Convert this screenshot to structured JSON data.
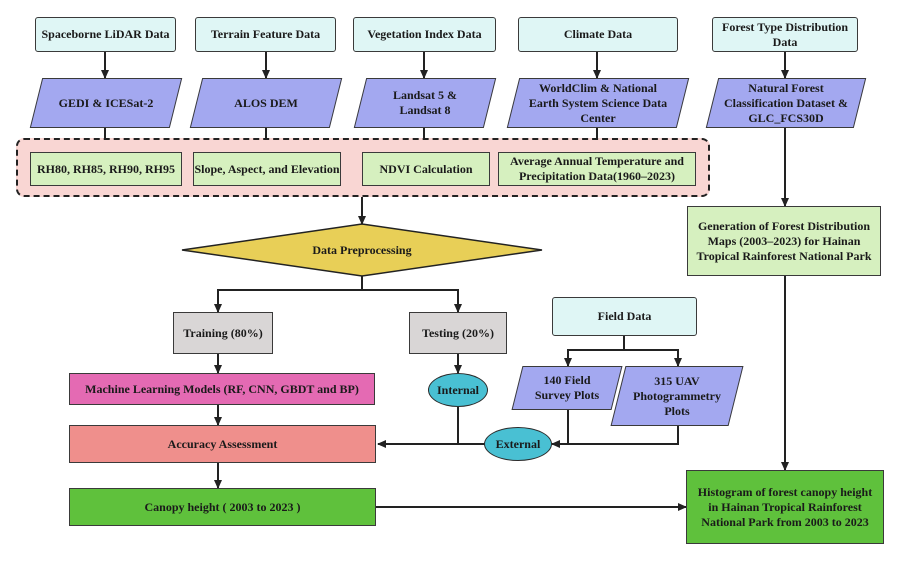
{
  "sources": {
    "lidar": "Spaceborne LiDAR Data",
    "terrain": "Terrain Feature Data",
    "vegetation": "Vegetation Index Data",
    "climate": "Climate Data",
    "forest_type": "Forest Type Distribution Data"
  },
  "datasets": {
    "gedi": "GEDI & ICESat-2",
    "alos": "ALOS DEM",
    "landsat": "Landsat 5 & Landsat 8",
    "worldclim": "WorldClim & National Earth System Science Data Center",
    "natural_forest": "Natural Forest Classification Dataset & GLC_FCS30D"
  },
  "features": {
    "rh": "RH80, RH85, RH90, RH95",
    "slope": "Slope, Aspect, and Elevation",
    "ndvi": "NDVI  Calculation",
    "temp": "Average Annual Temperature and Precipitation Data(1960–2023)"
  },
  "steps": {
    "preprocessing": "Data Preprocessing",
    "training": "Training (80%)",
    "testing": "Testing (20%)",
    "ml_models": "Machine Learning Models (RF, CNN, GBDT and BP)",
    "accuracy": "Accuracy Assessment",
    "canopy": "Canopy height ( 2003 to 2023 )",
    "internal": "Internal",
    "external": "External",
    "field_data": "Field Data",
    "field_plots": "140 Field Survey Plots",
    "uav_plots": "315 UAV Photogrammetry Plots",
    "forest_maps": "Generation of Forest Distribution Maps (2003–2023) for Hainan Tropical Rainforest National Park",
    "histogram": "Histogram of forest canopy height in Hainan Tropical Rainforest National Park from 2003 to 2023"
  },
  "colors": {
    "source_fill": "#dff6f5",
    "dataset_fill": "#a3a8f0",
    "feature_fill": "#d6f0bf",
    "group_fill": "#f9d6d3",
    "preprocess_fill": "#e8cf57",
    "split_fill": "#d9d6d6",
    "model_fill": "#e46ab3",
    "accuracy_fill": "#ef8f8c",
    "output_fill": "#5fc13c",
    "validation_fill": "#49c0d3"
  }
}
